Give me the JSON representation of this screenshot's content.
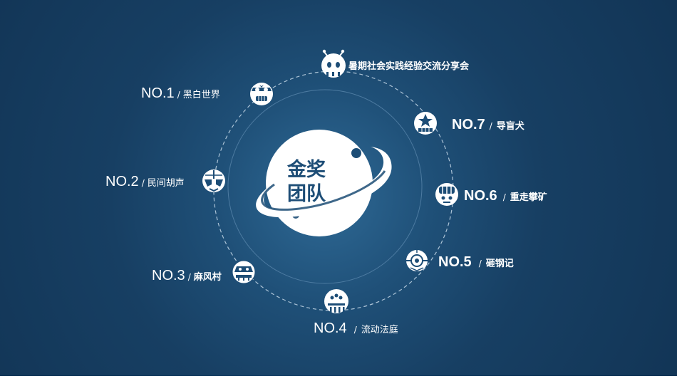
{
  "center": {
    "line1": "金奖",
    "line2": "团队"
  },
  "items": [
    {
      "id": "top",
      "no": "",
      "sep": "",
      "name": "暑期社会实践经验交流分享会",
      "icon": "alien-icon"
    },
    {
      "id": "1",
      "no": "NO.1",
      "sep": "/",
      "name": "黑白世界",
      "icon": "pilot-robot-icon"
    },
    {
      "id": "2",
      "no": "NO.2",
      "sep": "/",
      "name": "民间胡声",
      "icon": "stormtrooper-icon"
    },
    {
      "id": "3",
      "no": "NO.3",
      "sep": "/",
      "name": "麻风村",
      "icon": "walker-robot-icon"
    },
    {
      "id": "4",
      "no": "NO.4",
      "sep": "/",
      "name": "流动法庭",
      "icon": "octopus-icon"
    },
    {
      "id": "5",
      "no": "NO.5",
      "sep": "/",
      "name": "砸钢记",
      "icon": "droid-icon"
    },
    {
      "id": "6",
      "no": "NO.6",
      "sep": "/",
      "name": "重走攀矿",
      "icon": "grill-robot-icon"
    },
    {
      "id": "7",
      "no": "NO.7",
      "sep": "/",
      "name": "导盲犬",
      "icon": "star-robot-icon"
    }
  ],
  "colors": {
    "background": "#163d61",
    "ring": "#b8cfe2",
    "accent": "#1d4d76",
    "white": "#ffffff"
  }
}
